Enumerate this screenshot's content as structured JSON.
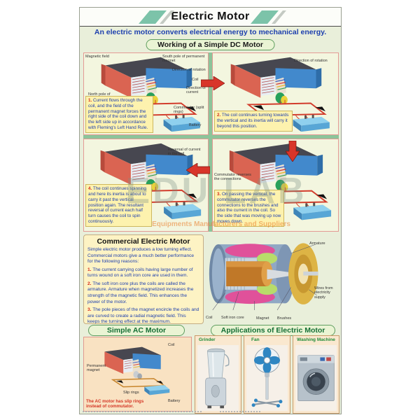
{
  "colors": {
    "poster_bg": "#e9efda",
    "accent_red": "#d63425",
    "text_blue": "#1d3fae",
    "pill_green_text": "#156f35",
    "divider_green": "#8cc49a",
    "caption_yellow": "#fdf2ae",
    "peach_bg": "#f9e2c2"
  },
  "title": "Electric Motor",
  "subtitle": "An electric motor converts electrical energy to mechanical energy.",
  "watermark": {
    "logo": "EDU LAB",
    "tagline": "Equipments Manufacturers and Suppliers"
  },
  "dc_section": {
    "header": "Working of a Simple DC Motor",
    "panels": [
      {
        "num": "1.",
        "caption": "Current flows through the coil, and the field of the permanent magnet forces the right side of the coil down and the left side up in accordance with Fleming's Left Hand Rule.",
        "labels": {
          "magnetic_field": "Magnetic field",
          "south_pole": "South pole of permanent magnet",
          "rotation": "Direction of rotation",
          "coil": "Coil",
          "current": "Direction of current",
          "north_pole": "North pole of Permanent magnet",
          "brush": "Brush",
          "commutator": "Commutator (split rings)",
          "battery": "Battery"
        }
      },
      {
        "num": "2.",
        "caption": "The coil continues turning towards the vertical and its inertia will carry it beyond this position.",
        "labels": {
          "rotation": "Direction of rotation"
        }
      },
      {
        "num": "3.",
        "caption": "On passing the vertical, the commutator reverses the connections to the brushes and also the current in the coil. So the side that was moving up now moves down.",
        "labels": {
          "commutator_reverses": "Commutator reverses the connections"
        }
      },
      {
        "num": "4.",
        "caption": "The coil continues spinning and here its inertia is about to carry it past the vertical position again. The resultant reversal of current each half turn causes the coil to spin continuously.",
        "labels": {
          "reversal": "Reversal of current in the coil"
        }
      }
    ]
  },
  "commercial": {
    "title": "Commercial Electric Motor",
    "intro": "Simple electric motor produces a low turning effect. Commercial motors give a much better performance for the following reasons:",
    "points": [
      {
        "num": "1.",
        "text": "The current carrying coils having large number of turns wound on a soft iron core are used in them."
      },
      {
        "num": "2.",
        "text": "The soft iron core plus the coils are called the armature. Armature when magnetized increases the strength of the magnetic field. This enhances the power of the motor."
      },
      {
        "num": "3.",
        "text": "The pole pieces of the magnet encircle the coils and are curved to create a radial magnetic field. This keeps the turning effect at the maximum."
      }
    ],
    "labels": {
      "armature": "Armature",
      "wires": "Wires from electricity supply",
      "coil": "Coil",
      "soft_iron_core": "Soft iron core",
      "magnet": "Magnet",
      "brushes": "Brushes"
    }
  },
  "ac_section": {
    "header": "Simple AC Motor",
    "labels": {
      "coil": "Coil",
      "permanent_magnet": "Permanent magnet",
      "slip_rings": "Slip rings",
      "battery": "Battery"
    },
    "caption": "The AC motor has slip rings instead of commutator."
  },
  "applications": {
    "header": "Applications of Electric Motor",
    "items": [
      {
        "label": "Grinder"
      },
      {
        "label": "Fan"
      },
      {
        "label": "Washing Machine"
      }
    ]
  }
}
